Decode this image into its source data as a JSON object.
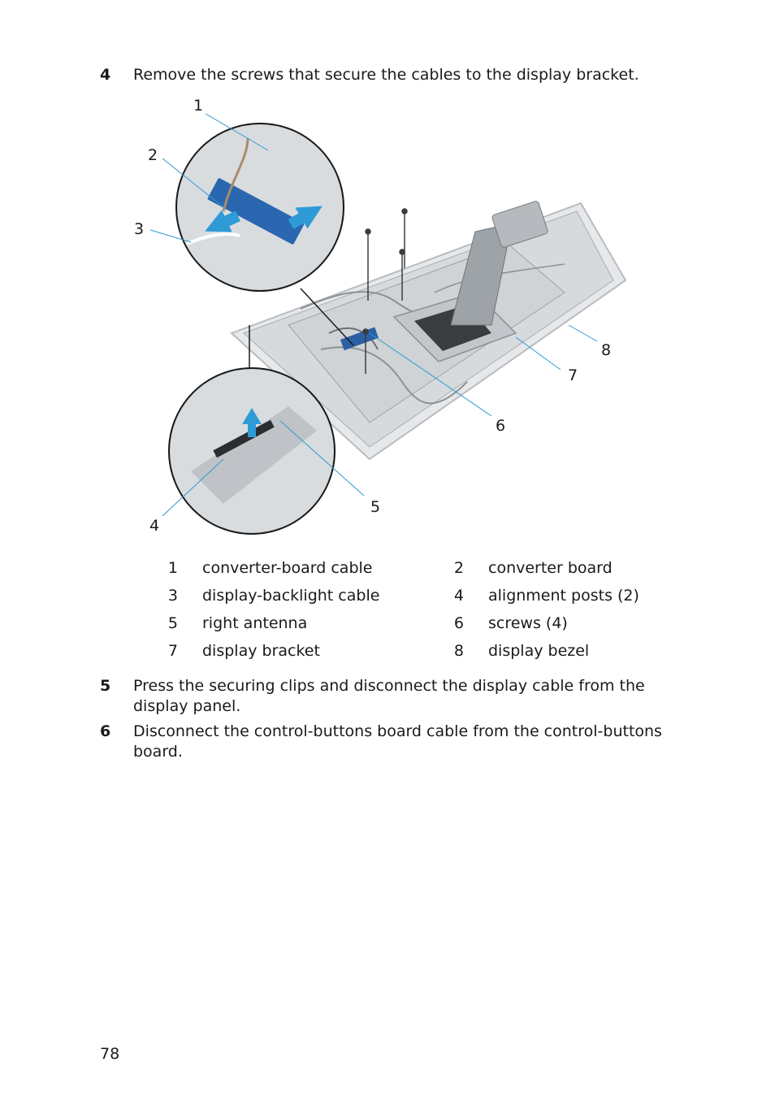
{
  "steps": [
    {
      "num": "4",
      "text": "Remove the screws that secure the cables to the display bracket."
    },
    {
      "num": "5",
      "text": "Press the securing clips and disconnect the display cable from the display panel."
    },
    {
      "num": "6",
      "text": "Disconnect the control-buttons board cable from the control-buttons board."
    }
  ],
  "figure": {
    "callouts": [
      "1",
      "2",
      "3",
      "4",
      "5",
      "6",
      "7",
      "8"
    ],
    "accent_color": "#2e9bd6"
  },
  "legend": [
    {
      "num": "1",
      "label": "converter-board cable"
    },
    {
      "num": "2",
      "label": "converter board"
    },
    {
      "num": "3",
      "label": "display-backlight cable"
    },
    {
      "num": "4",
      "label": "alignment posts (2)"
    },
    {
      "num": "5",
      "label": "right antenna"
    },
    {
      "num": "6",
      "label": "screws (4)"
    },
    {
      "num": "7",
      "label": "display bracket"
    },
    {
      "num": "8",
      "label": "display bezel"
    }
  ],
  "page_number": "78"
}
